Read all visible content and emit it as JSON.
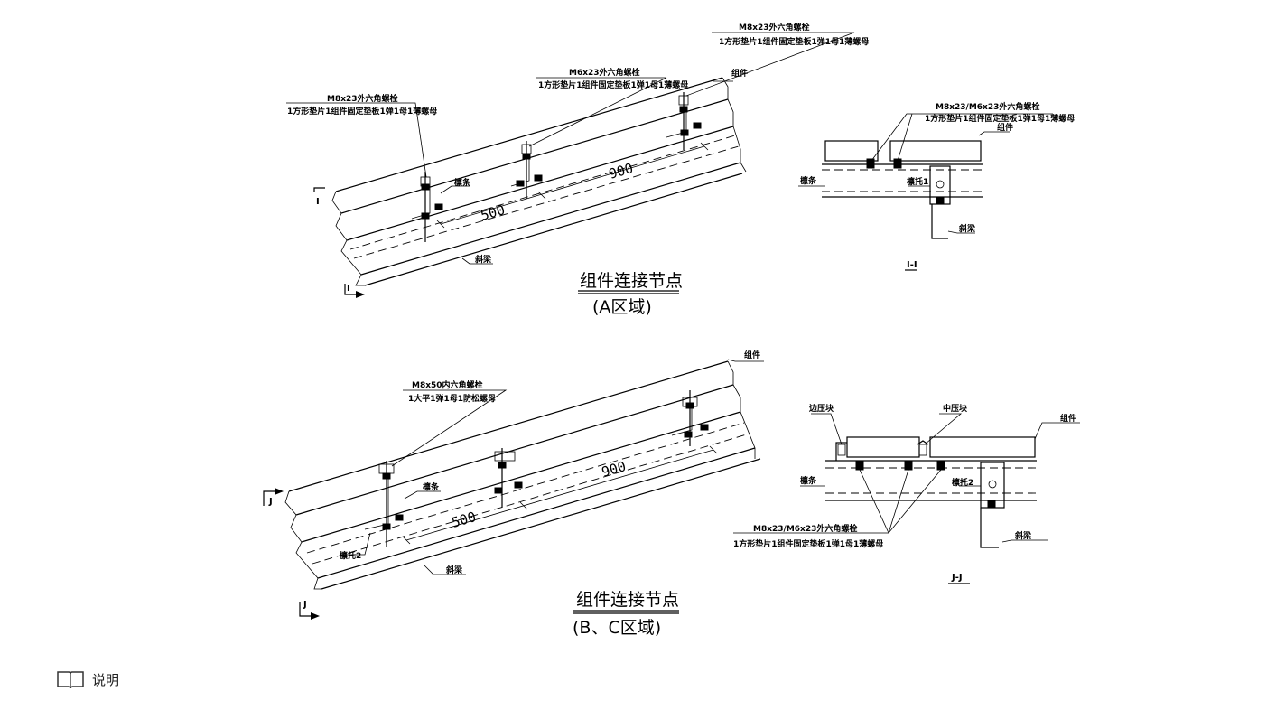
{
  "top_left": {
    "label_left_bolt_l1": "M8x23外六角螺栓",
    "label_left_bolt_l2": "1方形垫片1组件固定垫板1弹1母1薄螺母",
    "label_mid_bolt_l1": "M6x23外六角螺栓",
    "label_mid_bolt_l2": "1方形垫片1组件固定垫板1弹1母1薄螺母",
    "label_right_bolt_l1": "M8x23外六角螺栓",
    "label_right_bolt_l2": "1方形垫片1组件固定垫板1弹1母1薄螺母",
    "label_module": "组件",
    "label_purlin": "檩条",
    "label_beam": "斜梁",
    "dim_500": "500",
    "dim_900": "900",
    "section_mark": "I",
    "title_line1": "组件连接节点",
    "title_line2": "(A区域)"
  },
  "top_right": {
    "label_bolt_l1": "M8x23/M6x23外六角螺栓",
    "label_bolt_l2": "1方形垫片1组件固定垫板1弹1母1薄螺母",
    "label_module": "组件",
    "label_purlin": "檩条",
    "label_bracket": "檩托1",
    "label_beam": "斜梁",
    "section_title": "I-I"
  },
  "bottom_left": {
    "label_bolt_l1": "M8x50内六角螺栓",
    "label_bolt_l2": "1大平1弹1母1防松螺母",
    "label_module": "组件",
    "label_purlin": "檩条",
    "label_bracket": "檩托2",
    "label_beam": "斜梁",
    "dim_500": "500",
    "dim_900": "900",
    "section_mark": "J",
    "title_line1": "组件连接节点",
    "title_line2": "(B、C区域)"
  },
  "bottom_right": {
    "label_edge_clamp": "边压块",
    "label_mid_clamp": "中压块",
    "label_module": "组件",
    "label_purlin": "檩条",
    "label_bracket": "檩托2",
    "label_beam": "斜梁",
    "label_bolt_l1": "M8x23/M6x23外六角螺栓",
    "label_bolt_l2": "1方形垫片1组件固定垫板1弹1母1薄螺母",
    "section_title": "J-J"
  },
  "footer": {
    "icon": "book-icon",
    "text": "说明"
  }
}
